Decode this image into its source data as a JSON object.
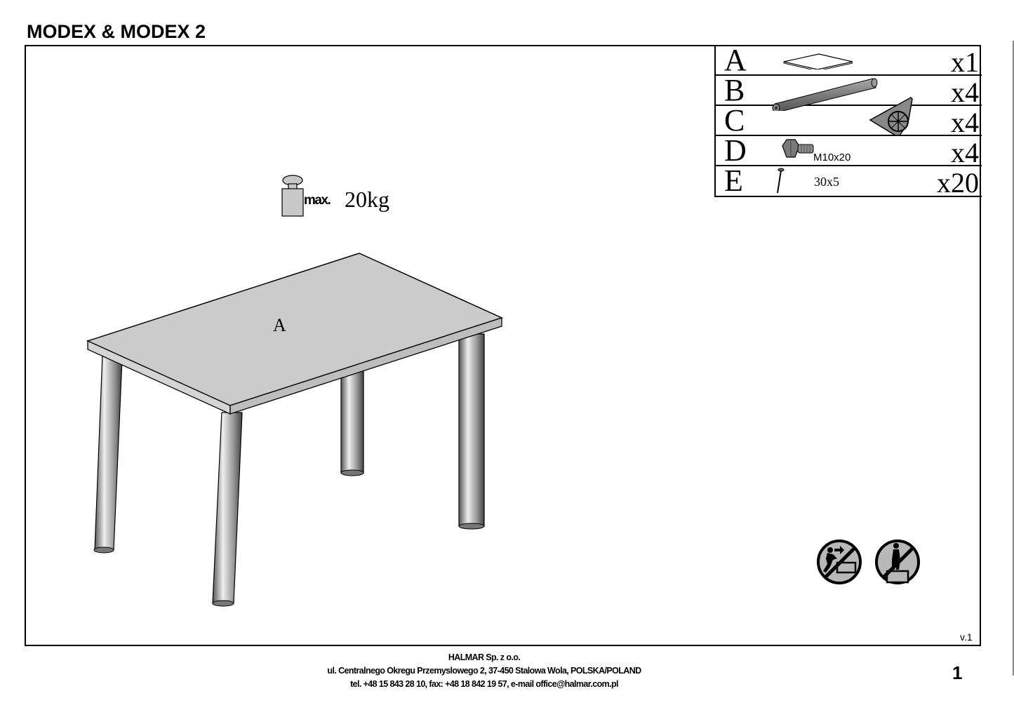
{
  "document": {
    "title": "MODEX & MODEX 2",
    "version": "v.1",
    "page_number": "1"
  },
  "parts_list": [
    {
      "letter": "A",
      "name": "table-top",
      "spec": "",
      "quantity": "x1"
    },
    {
      "letter": "B",
      "name": "leg",
      "spec": "",
      "quantity": "x4"
    },
    {
      "letter": "C",
      "name": "corner-bracket",
      "spec": "",
      "quantity": "x4"
    },
    {
      "letter": "D",
      "name": "hex-bolt",
      "spec": "M10x20",
      "quantity": "x4"
    },
    {
      "letter": "E",
      "name": "wood-screw",
      "spec": "30x5",
      "quantity": "x20"
    }
  ],
  "load_limit": {
    "label": "max.",
    "value": "20kg",
    "icon": "weight-icon"
  },
  "drawing": {
    "top_label": "A"
  },
  "warnings": [
    {
      "icon": "no-climbing-icon",
      "meaning": "Do not climb on the table"
    },
    {
      "icon": "no-standing-icon",
      "meaning": "Do not stand on the table"
    }
  ],
  "footer": {
    "company": "HALMAR Sp. z o.o.",
    "address": "ul. Centralnego Okregu Przemyslowego 2, 37-450 Stalowa Wola, POLSKA/POLAND",
    "contact": "tel. +48 15 843 28 10, fax: +48 18 842 19 57, e-mail office@halmar.com.pl"
  },
  "colors": {
    "line": "#000000",
    "fill_gray": "#c8c8c8",
    "part_gray": "#8a8a8a"
  }
}
